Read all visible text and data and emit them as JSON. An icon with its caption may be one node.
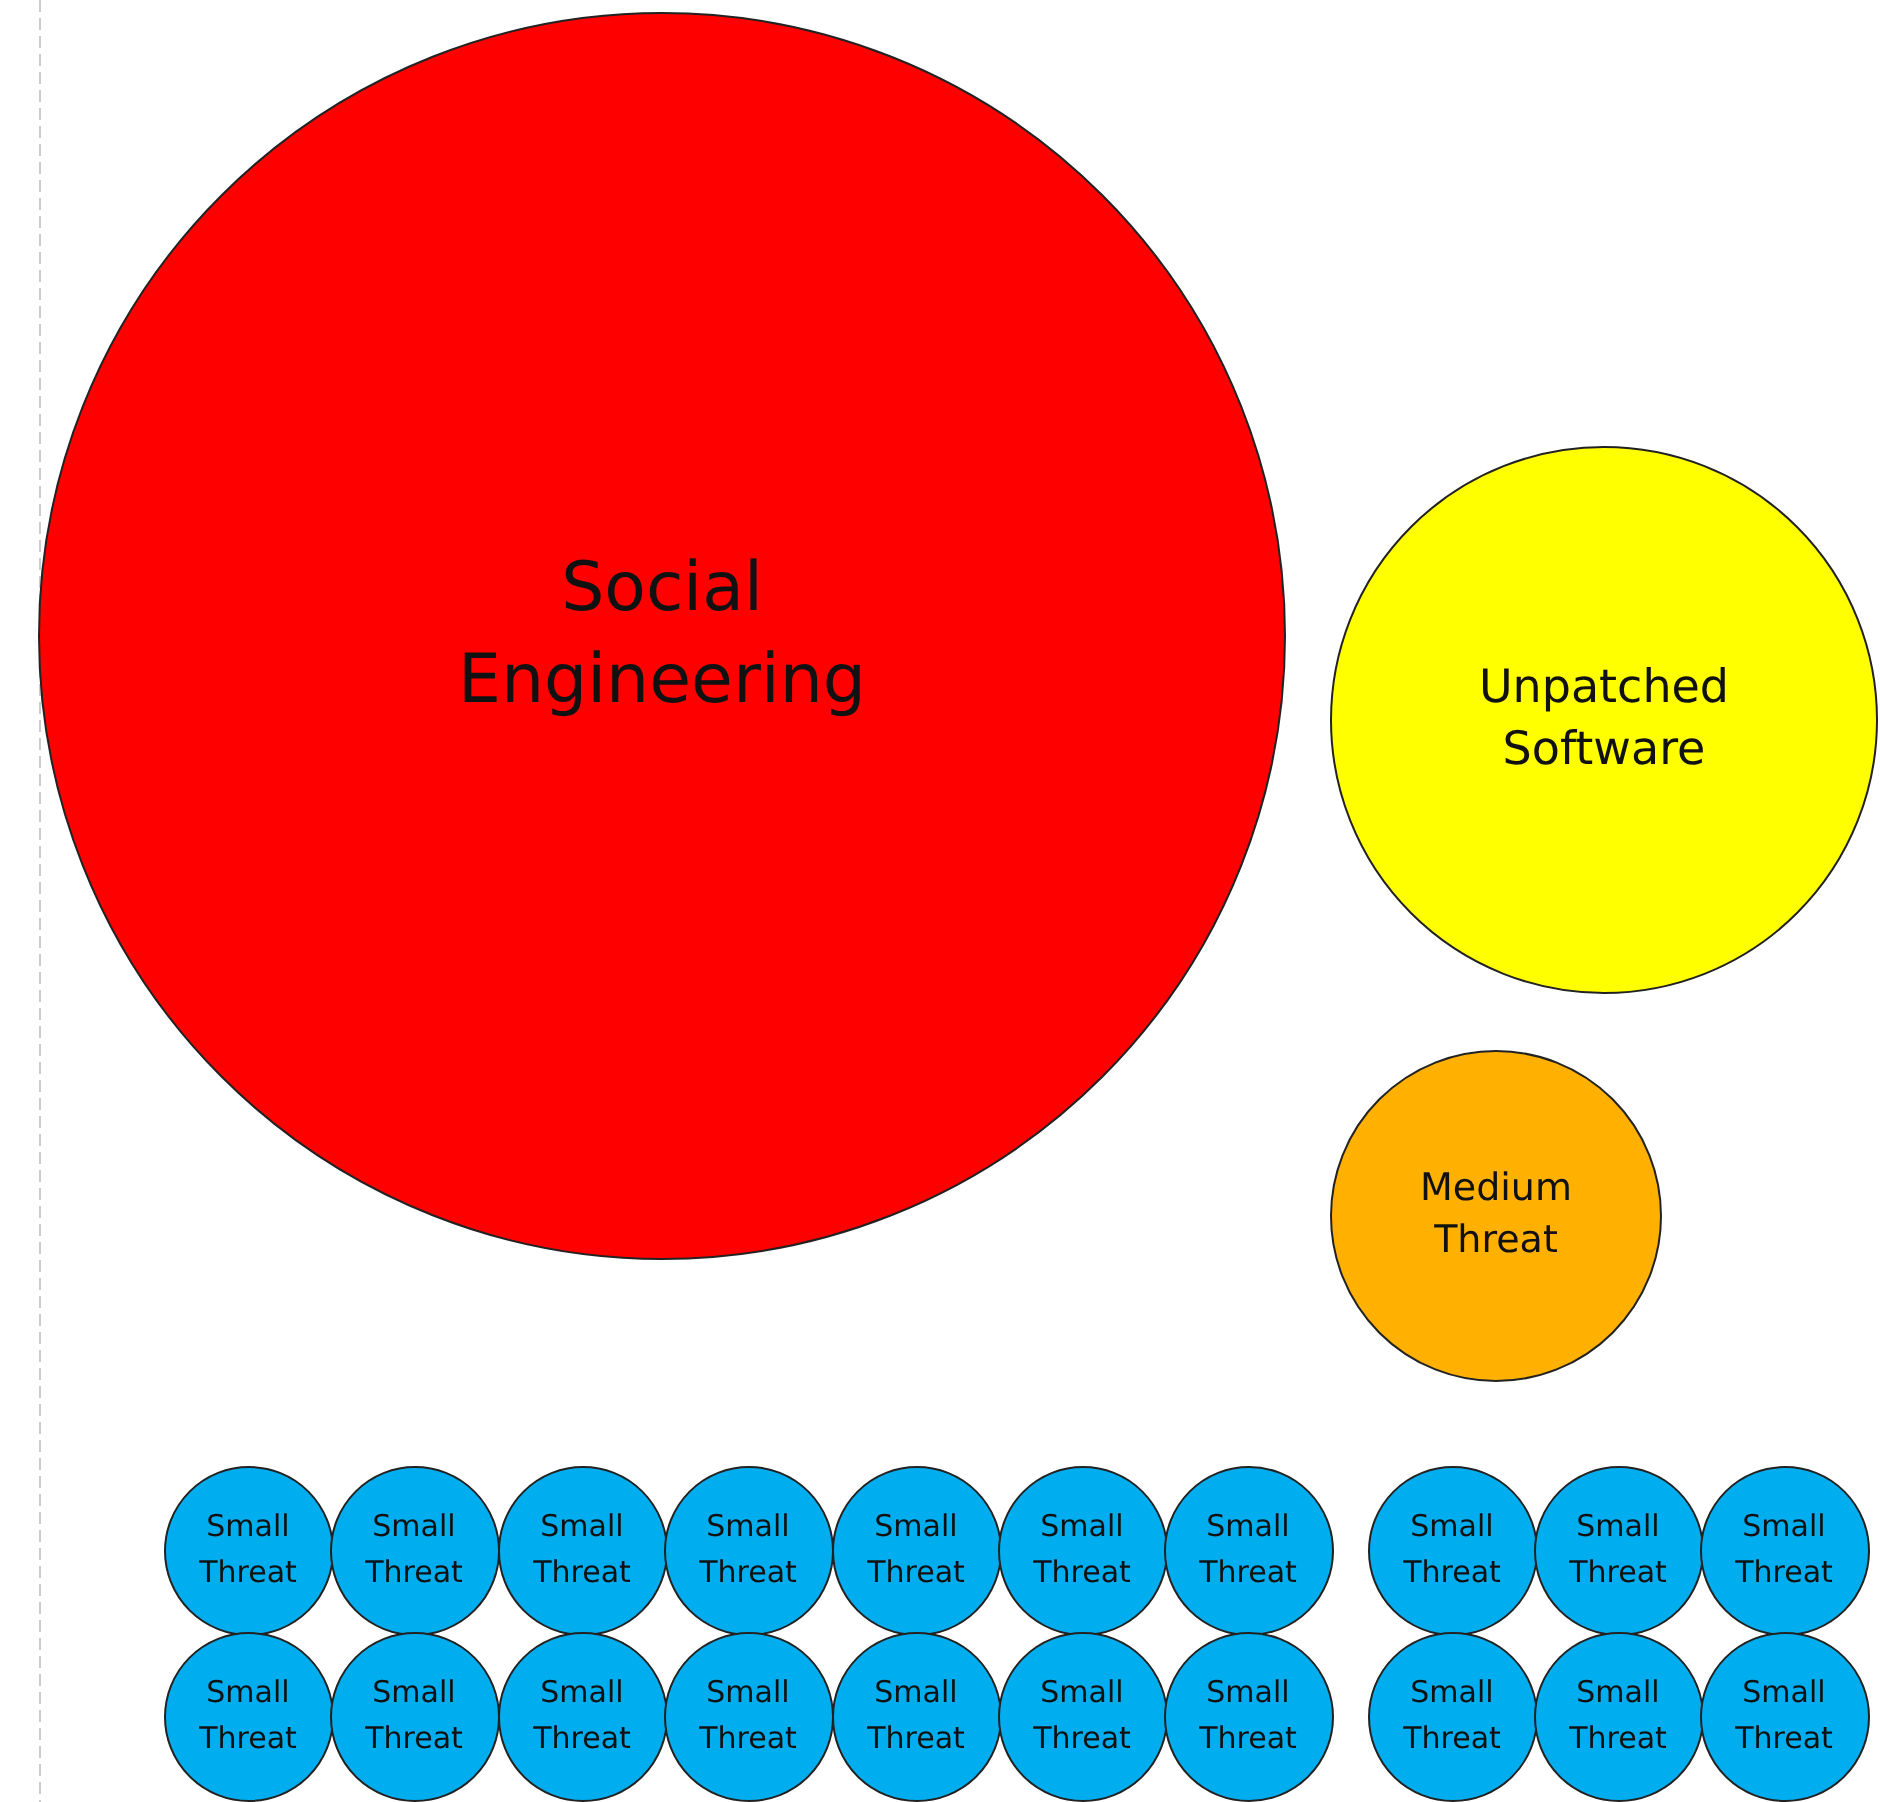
{
  "diagram": {
    "nodes": [
      {
        "text": [
          "Social Engineering"
        ]
      },
      {
        "text": [
          "Unpatched Software"
        ]
      },
      {
        "text": [
          "Medium Threat"
        ]
      },
      {
        "text": [
          "Small Threat"
        ]
      },
      {
        "text": [
          "Small Threat"
        ]
      },
      {
        "text": [
          "Small Threat"
        ]
      },
      {
        "text": [
          "Small Threat"
        ]
      },
      {
        "text": [
          "Small Threat"
        ]
      },
      {
        "text": [
          "Small Threat"
        ]
      },
      {
        "text": [
          "Small Threat"
        ]
      },
      {
        "text": [
          "Small Threat"
        ]
      },
      {
        "text": [
          "Small Threat"
        ]
      },
      {
        "text": [
          "Small Threat"
        ]
      },
      {
        "text": [
          "Small Threat"
        ]
      },
      {
        "text": [
          "Small Threat"
        ]
      },
      {
        "text": [
          "Small Threat"
        ]
      },
      {
        "text": [
          "Small Threat"
        ]
      },
      {
        "text": [
          "Small Threat"
        ]
      },
      {
        "text": [
          "Small Threat"
        ]
      },
      {
        "text": [
          "Small Threat"
        ]
      },
      {
        "text": [
          "Small Threat"
        ]
      },
      {
        "text": [
          "Small Threat"
        ]
      },
      {
        "text": [
          "Small Threat"
        ]
      }
    ]
  }
}
